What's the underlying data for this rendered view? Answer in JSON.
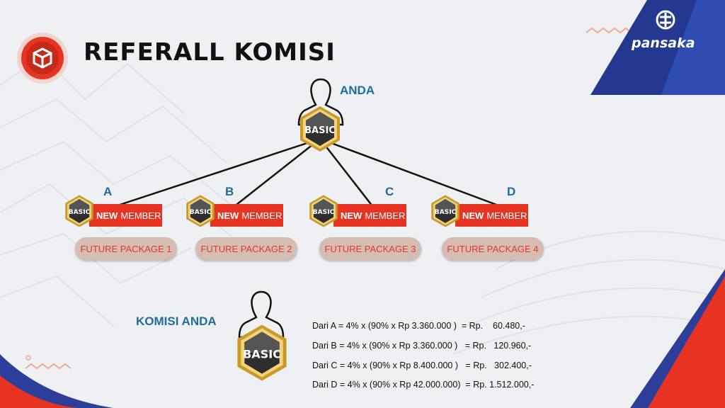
{
  "title": "REFERALL KOMISI",
  "brand": "pansaka",
  "colors": {
    "accent_red": "#e63322",
    "accent_blue": "#1f6d9a",
    "pill": "#d6bdb4"
  },
  "top": {
    "name": "ANDA",
    "badge": "BASIC"
  },
  "members": [
    {
      "letter": "A",
      "badge": "BASIC",
      "new": "NEW",
      "member": "MEMBER",
      "future": "FUTURE PACKAGE 1"
    },
    {
      "letter": "B",
      "badge": "BASIC",
      "new": "NEW",
      "member": "MEMBER",
      "future": "FUTURE PACKAGE 2"
    },
    {
      "letter": "C",
      "badge": "BASIC",
      "new": "NEW",
      "member": "MEMBER",
      "future": "FUTURE PACKAGE 3"
    },
    {
      "letter": "D",
      "badge": "BASIC",
      "new": "NEW",
      "member": "MEMBER",
      "future": "FUTURE PACKAGE 4"
    }
  ],
  "komisi": {
    "label": "KOMISI ANDA",
    "badge": "BASIC",
    "lines": [
      "Dari A = 4% x (90% x Rp 3.360.000 )  = Rp.    60.480,-",
      "Dari B = 4% x (90% x Rp 3.360.000 )   = Rp.   120.960,-",
      "Dari C = 4% x (90% x Rp 8.400.000 )   = Rp.   302.400,-",
      "Dari D = 4% x (90% x Rp 42.000.000)  = Rp. 1.512.000,-"
    ]
  }
}
